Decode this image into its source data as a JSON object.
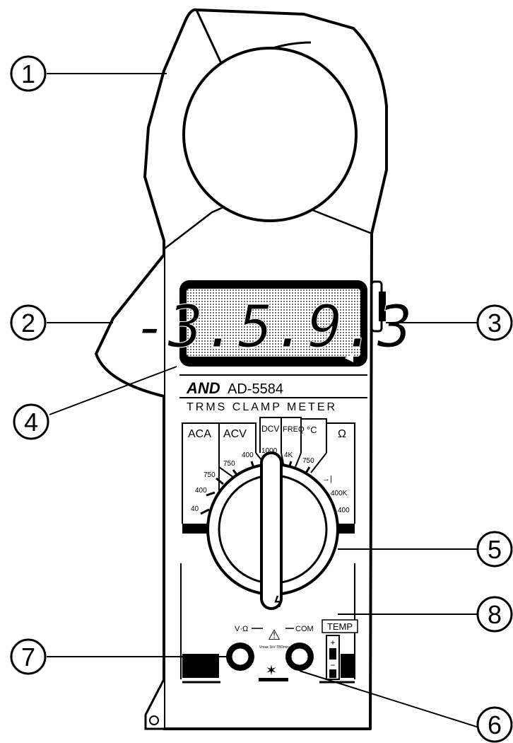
{
  "callouts": [
    "1",
    "2",
    "3",
    "4",
    "5",
    "6",
    "7",
    "8"
  ],
  "display": {
    "reading": "-3.5.9.3",
    "sublabel": "◀"
  },
  "brand": {
    "logo": "AND",
    "model": "AD-5584",
    "subtitle": "TRMS CLAMP METER"
  },
  "ranges": {
    "tabs": [
      "ACA",
      "ACV",
      "DCV",
      "FREQ",
      "°C",
      "Ω"
    ],
    "ticks": [
      "40",
      "400",
      "750",
      "750",
      "400",
      "1000",
      "4K",
      "750",
      "400K",
      "400"
    ],
    "diode_symbol": "→|"
  },
  "terminals": {
    "left": "V·Ω",
    "right": "COM",
    "temp": "TEMP",
    "temp_plus": "+",
    "temp_minus": "−",
    "warning_symbol": "⚠",
    "warning_text": "Vmax 1kV\nTBDmin",
    "high_voltage_symbol": "ϟ",
    "ground_symbol": "✶"
  },
  "colors": {
    "ink": "#000000",
    "paper": "#ffffff",
    "lcd": "#d9d9d9"
  }
}
